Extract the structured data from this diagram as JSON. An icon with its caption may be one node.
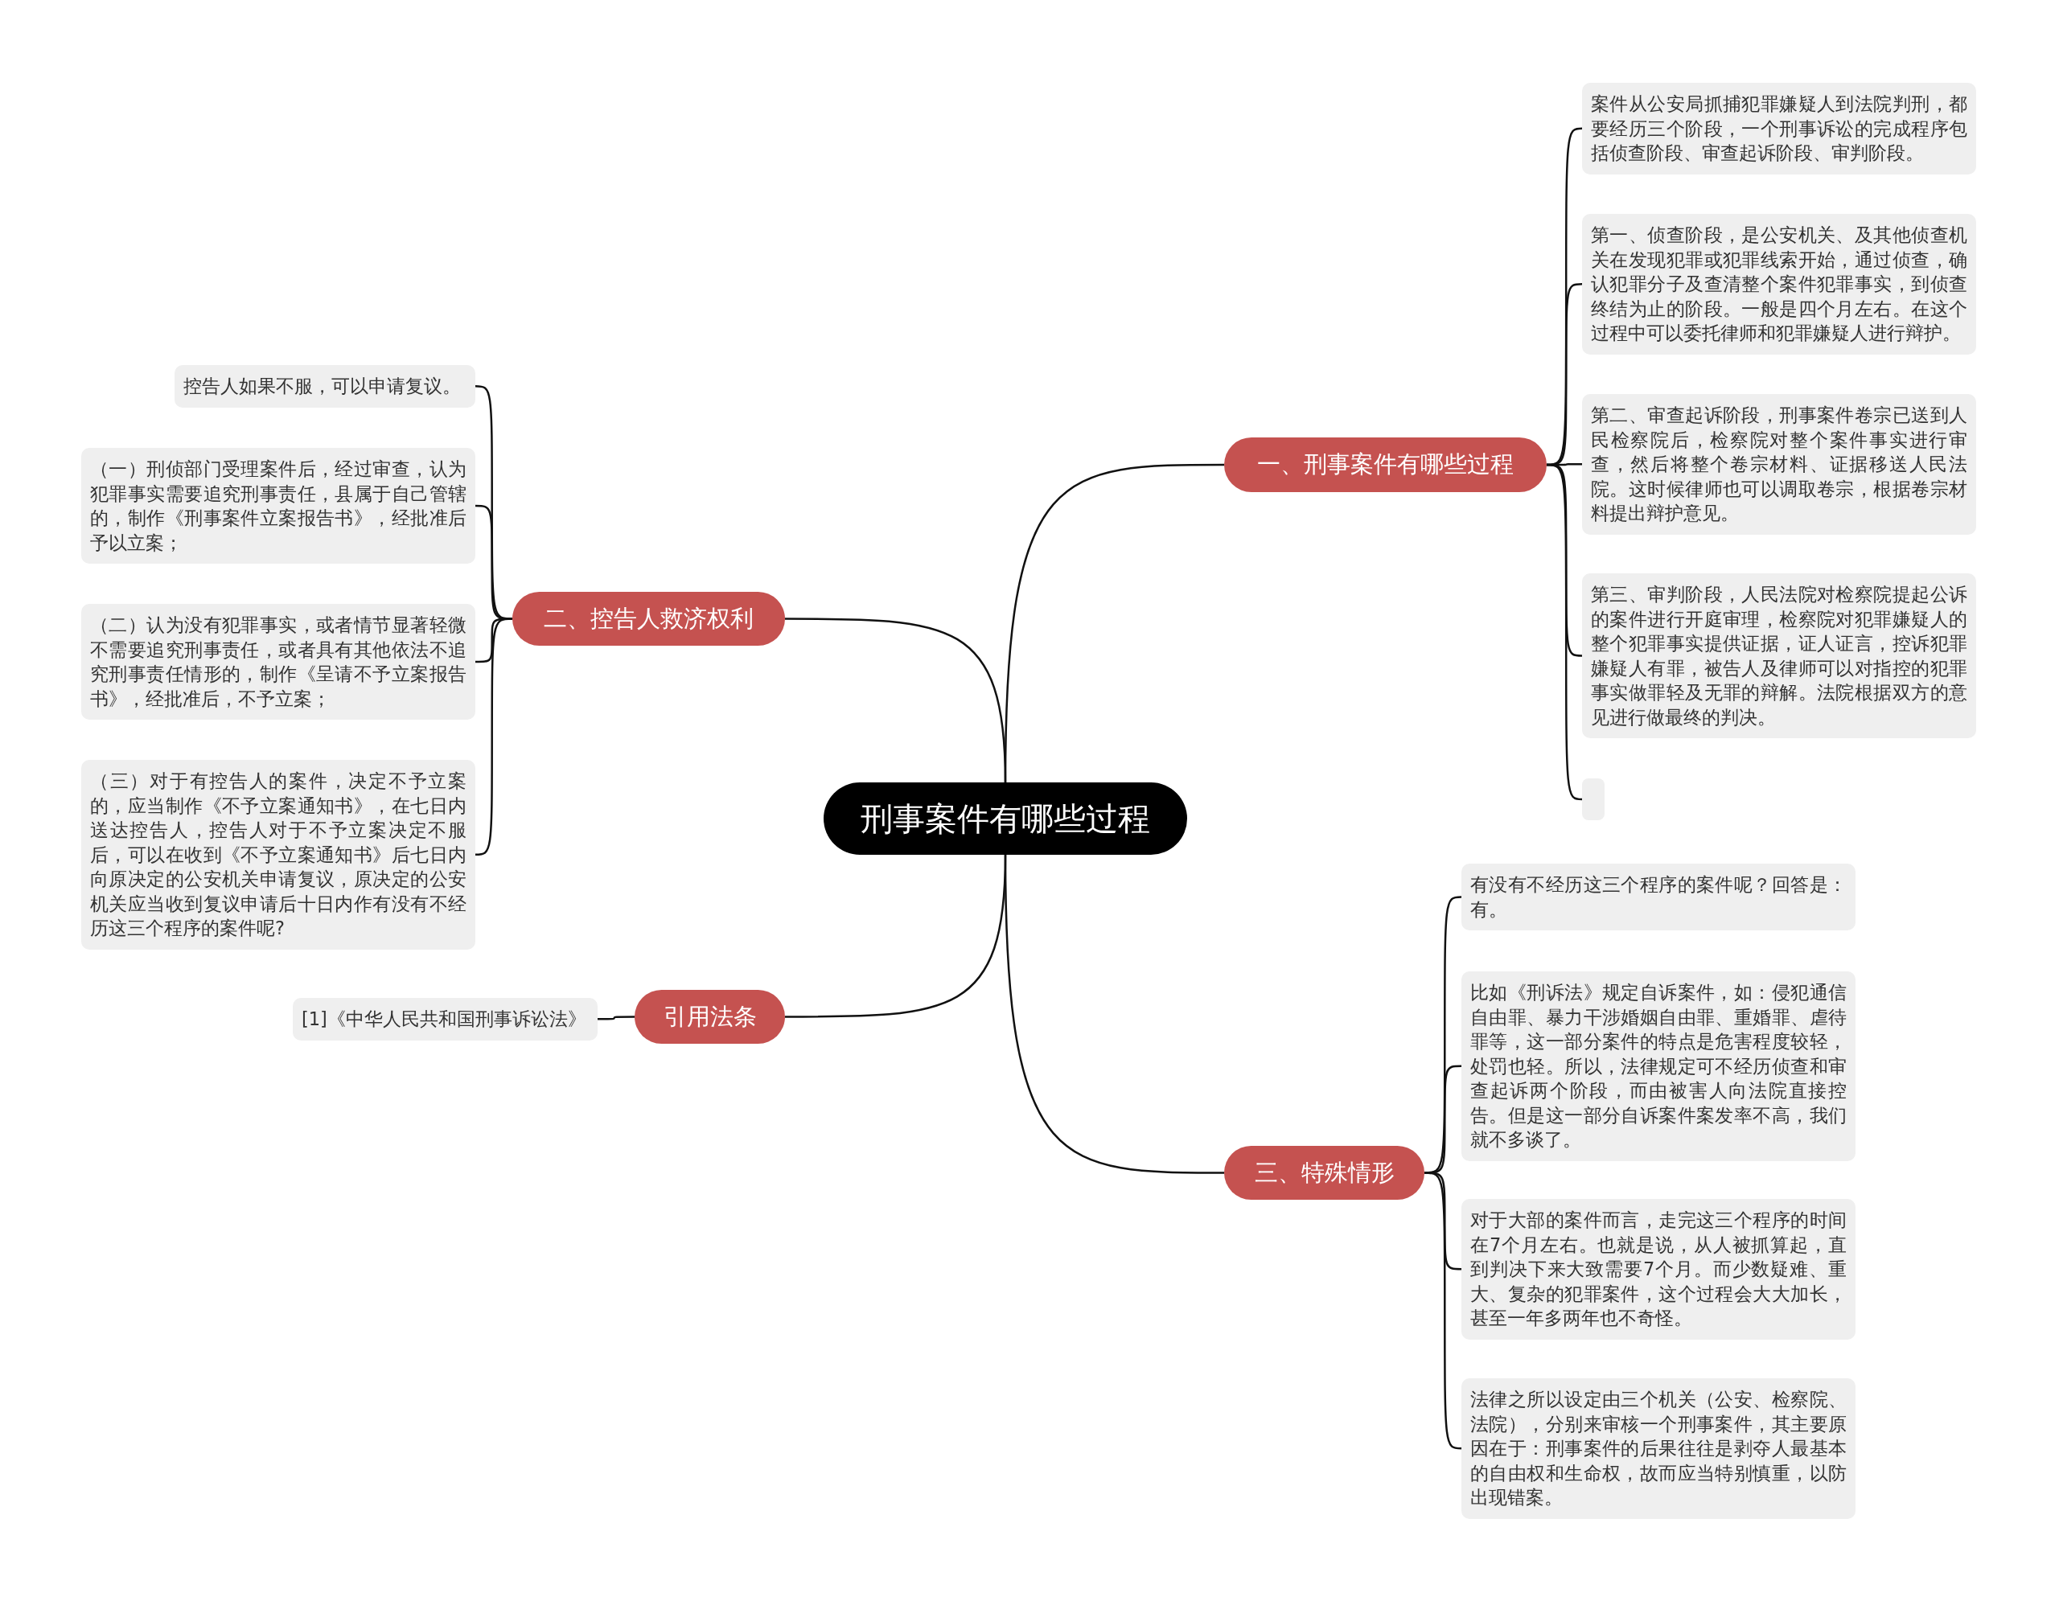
{
  "diagram": {
    "nodes": [
      {
        "text": [
          "刑事案件有哪些过程"
        ]
      },
      {
        "text": [
          "一、刑事案件有哪些过程"
        ]
      },
      {
        "text": [
          "案件从公安局抓捕犯罪嫌疑人到法院判刑，都要经历三个阶段，一个刑事诉讼的完成程序包括侦查阶段、审查起诉阶段、审判阶段。"
        ]
      },
      {
        "text": [
          "第一、侦查阶段，是公安机关、及其他侦查机关在发现犯罪或犯罪线索开始，通过侦查，确认犯罪分子及查清整个案件犯罪事实，到侦查终结为止的阶段。一般是四个月左右。在这个过程中可以委托律师和犯罪嫌疑人进行辩护。"
        ]
      },
      {
        "text": [
          "第二、审查起诉阶段，刑事案件卷宗已送到人民检察院后，检察院对整个案件事实进行审查，然后将整个卷宗材料、证据移送人民法院。这时候律师也可以调取卷宗，根据卷宗材料提出辩护意见。"
        ]
      },
      {
        "text": [
          "第三、审判阶段，人民法院对检察院提起公诉的案件进行开庭审理，检察院对犯罪嫌疑人的整个犯罪事实提供证据，证人证言，控诉犯罪嫌疑人有罪，被告人及律师可以对指控的犯罪事实做罪轻及无罪的辩解。法院根据双方的意见进行做最终的判决。"
        ]
      },
      {
        "text": [],
        "shape": "box"
      },
      {
        "text": [
          "二、控告人救济权利"
        ]
      },
      {
        "text": [
          "控告人如果不服，可以申请复议。"
        ]
      },
      {
        "text": [
          "（一）刑侦部门受理案件后，经过审查，认为犯罪事实需要追究刑事责任，县属于自己管辖的，制作《刑事案件立案报告书》，经批准后予以立案；"
        ]
      },
      {
        "text": [
          "（二）认为没有犯罪事实，或者情节显著轻微不需要追究刑事责任，或者具有其他依法不追究刑事责任情形的，制作《呈请不予立案报告书》，经批准后，不予立案；"
        ]
      },
      {
        "text": [
          "（三）对于有控告人的案件，决定不予立案的，应当制作《不予立案通知书》，在七日内送达控告人，控告人对于不予立案决定不服后，可以在收到《不予立案通知书》后七日内向原决定的公安机关申请复议，原决定的公安机关应当收到复议申请后十日内作有没有不经历这三个程序的案件呢?"
        ]
      },
      {
        "text": [
          "引用法条"
        ]
      },
      {
        "text": [
          "[1]《中华人民共和国刑事诉讼法》"
        ]
      },
      {
        "text": [
          "三、特殊情形"
        ]
      },
      {
        "text": [
          "有没有不经历这三个程序的案件呢？回答是：有。"
        ]
      },
      {
        "text": [
          "比如《刑诉法》规定自诉案件，如：侵犯通信自由罪、暴力干涉婚姻自由罪、重婚罪、虐待罪等，这一部分案件的特点是危害程度较轻，处罚也轻。所以，法律规定可不经历侦查和审查起诉两个阶段，而由被害人向法院直接控告。但是这一部分自诉案件案发率不高，我们就不多谈了。"
        ]
      },
      {
        "text": [
          "对于大部的案件而言，走完这三个程序的时间在7个月左右。也就是说，从人被抓算起，直到判决下来大致需要7个月。而少数疑难、重大、复杂的犯罪案件，这个过程会大大加长，甚至一年多两年也不奇怪。"
        ]
      },
      {
        "text": [
          "法律之所以设定由三个机关（公安、检察院、法院），分别来审核一个刑事案件，其主要原因在于：刑事案件的后果往往是剥夺人最基本的自由权和生命权，故而应当特别慎重，以防出现错案。"
        ]
      }
    ],
    "edges": [
      {
        "from": 0,
        "to": 1,
        "arrow": "none"
      },
      {
        "from": 1,
        "to": 2,
        "arrow": "none"
      },
      {
        "from": 1,
        "to": 3,
        "arrow": "none"
      },
      {
        "from": 1,
        "to": 4,
        "arrow": "none"
      },
      {
        "from": 1,
        "to": 5,
        "arrow": "none"
      },
      {
        "from": 1,
        "to": 6,
        "arrow": "none"
      },
      {
        "from": 0,
        "to": 7,
        "arrow": "none"
      },
      {
        "from": 7,
        "to": 8,
        "arrow": "none"
      },
      {
        "from": 7,
        "to": 9,
        "arrow": "none"
      },
      {
        "from": 7,
        "to": 10,
        "arrow": "none"
      },
      {
        "from": 7,
        "to": 11,
        "arrow": "none"
      },
      {
        "from": 0,
        "to": 12,
        "arrow": "none"
      },
      {
        "from": 12,
        "to": 13,
        "arrow": "none"
      },
      {
        "from": 0,
        "to": 14,
        "arrow": "none"
      },
      {
        "from": 14,
        "to": 15,
        "arrow": "none"
      },
      {
        "from": 14,
        "to": 16,
        "arrow": "none"
      },
      {
        "from": 14,
        "to": 17,
        "arrow": "none"
      },
      {
        "from": 14,
        "to": 18,
        "arrow": "none"
      }
    ]
  }
}
